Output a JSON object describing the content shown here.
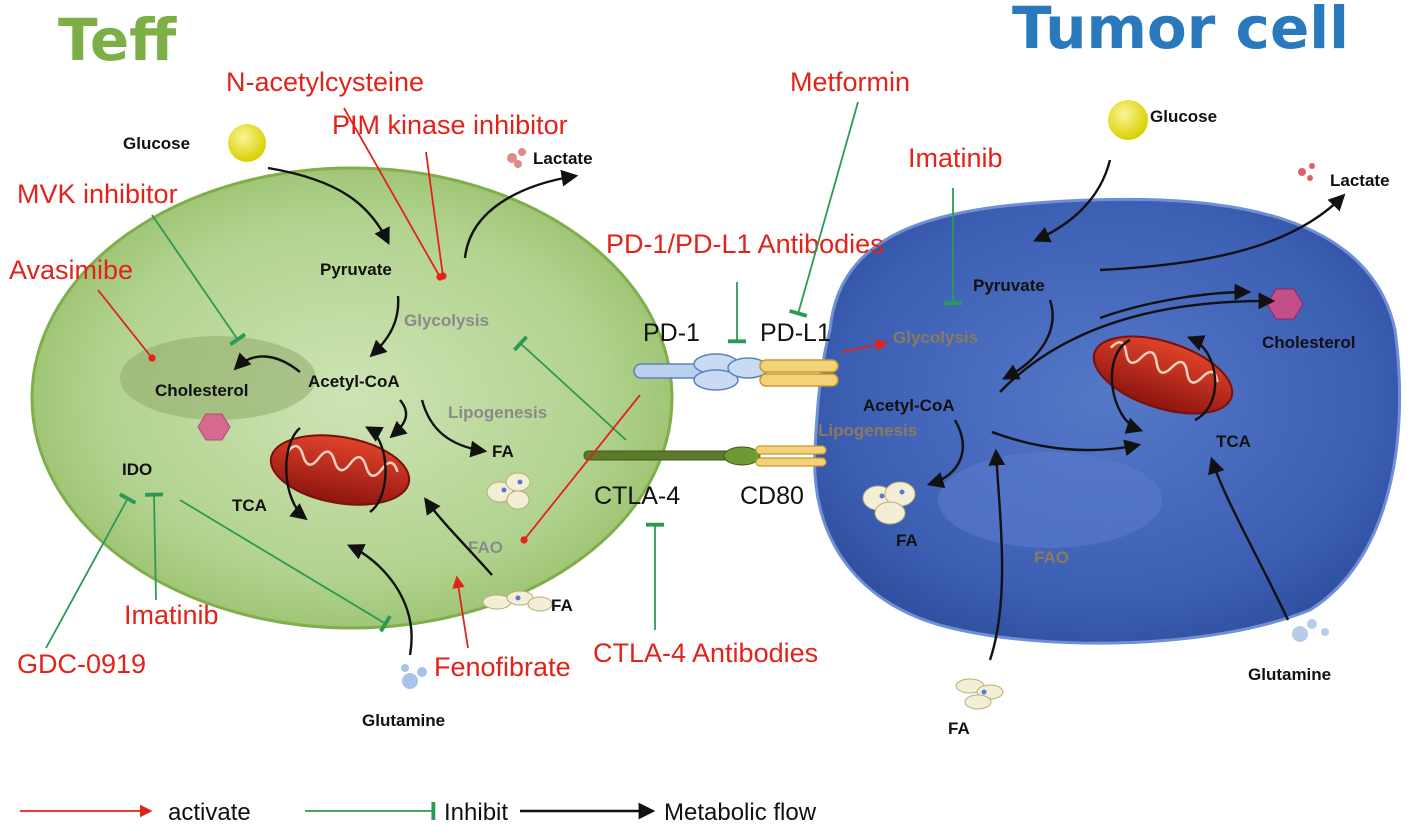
{
  "titles": {
    "teff": "Teff",
    "tumor": "Tumor cell"
  },
  "drugs": {
    "nac": "N-acetylcysteine",
    "pim": "PIM kinase inhibitor",
    "mvk": "MVK inhibitor",
    "avasimibe": "Avasimibe",
    "imatinib_teff": "Imatinib",
    "gdc": "GDC-0919",
    "fenofibrate": "Fenofibrate",
    "ctla4_ab": "CTLA-4 Antibodies",
    "pd1_ab": "PD-1/PD-L1 Antibodies",
    "metformin": "Metformin",
    "imatinib_tumor": "Imatinib"
  },
  "teff": {
    "glucose": "Glucose",
    "lactate": "Lactate",
    "pyruvate": "Pyruvate",
    "glycolysis": "Glycolysis",
    "cholesterol": "Cholesterol",
    "acetyl_coa": "Acetyl-CoA",
    "lipogenesis": "Lipogenesis",
    "fa_inner": "FA",
    "ido": "IDO",
    "tca": "TCA",
    "fao": "FAO",
    "fa_outer": "FA",
    "glutamine": "Glutamine"
  },
  "receptors": {
    "pd1": "PD-1",
    "pdl1": "PD-L1",
    "ctla4": "CTLA-4",
    "cd80": "CD80"
  },
  "tumor": {
    "glucose": "Glucose",
    "lactate": "Lactate",
    "pyruvate": "Pyruvate",
    "glycolysis": "Glycolysis",
    "cholesterol": "Cholesterol",
    "acetyl_coa": "Acetyl-CoA",
    "lipogenesis": "Lipogenesis",
    "tca": "TCA",
    "fa_inner": "FA",
    "fao": "FAO",
    "glutamine": "Glutamine",
    "fa_outer": "FA"
  },
  "legend": {
    "activate": "activate",
    "inhibit": "Inhibit",
    "flow": "Metabolic flow"
  },
  "colors": {
    "activate": "#e2231a",
    "inhibit": "#2a9a55",
    "flow": "#111111",
    "teff_title": "#7caf46",
    "tumor_title": "#2a79bd",
    "teff_cell": "#a9cf86",
    "tumor_cell": "#3f63b8"
  }
}
